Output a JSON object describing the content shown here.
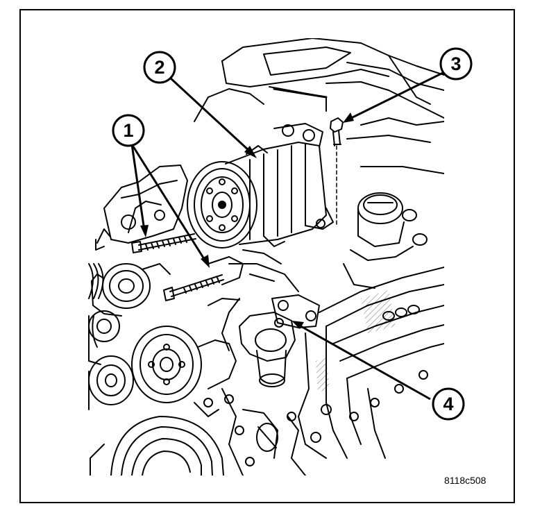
{
  "callouts": [
    {
      "label": "1"
    },
    {
      "label": "2"
    },
    {
      "label": "3"
    },
    {
      "label": "4"
    }
  ],
  "figure_id": "8118c508",
  "icons": [
    "engine-assembly-illustration",
    "ac-compressor-icon",
    "bolt-icon",
    "water-pump-pulley-icon",
    "idler-pulley-icon",
    "thermostat-housing-icon"
  ]
}
